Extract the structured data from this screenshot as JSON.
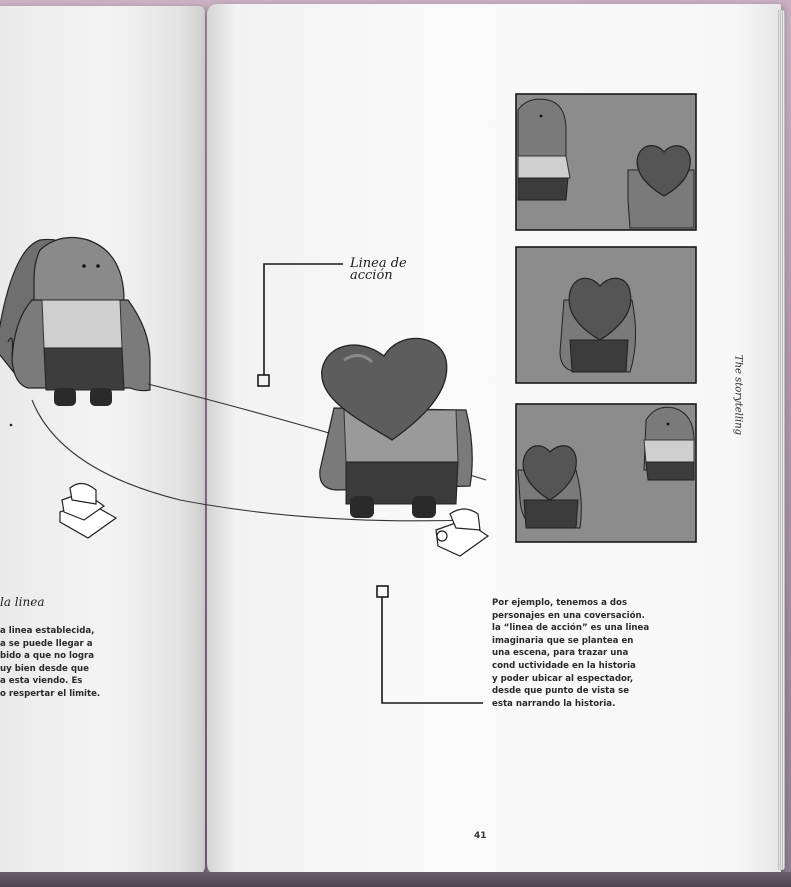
{
  "left_page": {
    "heading": "la linea",
    "paragraph_lines": [
      "a linea establecida,",
      "a se puede llegar a",
      "bido a que no logra",
      "uy bien desde que",
      "a esta viendo. Es",
      "o respertar el limite."
    ]
  },
  "right_page": {
    "callout_label_line1": "Linea de",
    "callout_label_line2": "acción",
    "side_title": "The storytelling",
    "paragraph_lines": [
      "Por ejemplo, tenemos a dos",
      "personajes en una coversación.",
      "la “linea de acción” es una linea",
      "imaginaria que se plantea en",
      "una escena, para trazar una",
      "cond uctividade en la historia",
      "y poder ubicar al espectador,",
      "desde que punto de vista se",
      "esta narrando la historia."
    ],
    "page_number": "41"
  },
  "colors": {
    "background": "#b597b0",
    "paper": "#f7f7f7",
    "panel_gray": "#8e8e8e",
    "ink": "#1c1c1c"
  }
}
